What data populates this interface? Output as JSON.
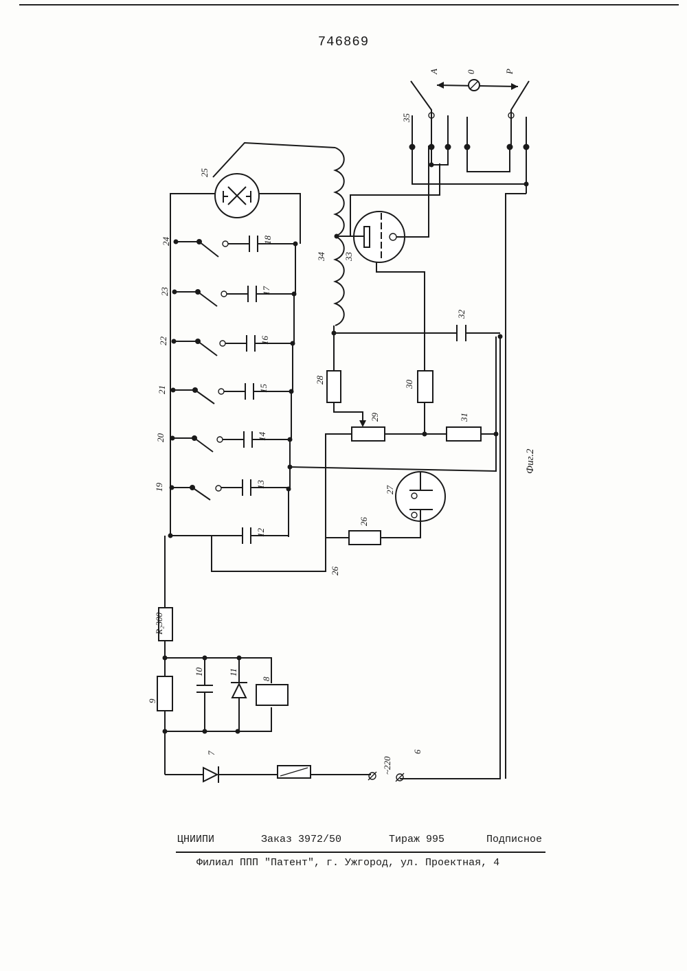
{
  "header": {
    "patent_number": "746869"
  },
  "figure": {
    "caption": "Фиг.2",
    "supply": "~220",
    "resistor_r2": "R₂300",
    "switch_letters": [
      "A",
      "0",
      "P"
    ],
    "labels": {
      "l6": "6",
      "l7": "7",
      "l8": "8",
      "l9": "9",
      "l10": "10",
      "l11": "11",
      "l12": "12",
      "l13": "13",
      "l14": "14",
      "l15": "15",
      "l16": "16",
      "l17": "17",
      "l18": "18",
      "l19": "19",
      "l20": "20",
      "l21": "21",
      "l22": "22",
      "l23": "23",
      "l24": "24",
      "l25": "25",
      "l26a": "26",
      "l26b": "26",
      "l27": "27",
      "l28": "28",
      "l29": "29",
      "l30": "30",
      "l31": "31",
      "l32": "32",
      "l33": "33",
      "l34": "34",
      "l35": "35"
    }
  },
  "footer": {
    "org": "ЦНИИПИ",
    "order": "Заказ 3972/50",
    "circulation": "Тираж 995",
    "subscription": "Подписное",
    "branch": "Филиал ППП \"Патент\", г. Ужгород, ул. Проектная, 4"
  }
}
